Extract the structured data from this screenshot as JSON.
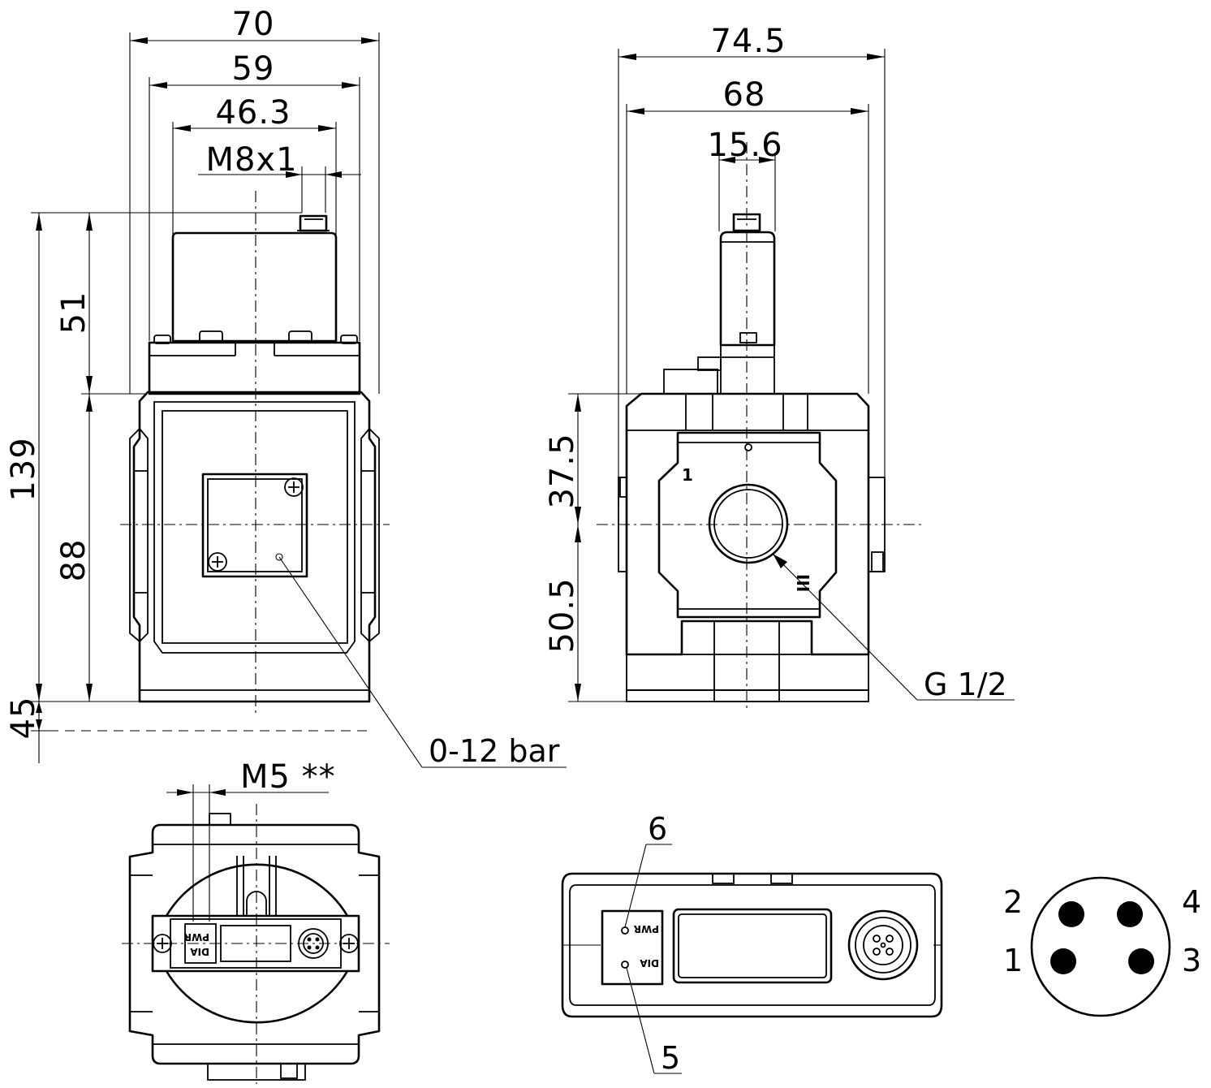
{
  "dimensions": {
    "width_overall": "70",
    "width_body": "59",
    "width_center": "46.3",
    "connector_thread": "M8x1",
    "side_width_overall": "74.5",
    "side_width_body": "68",
    "side_connector_width": "15.6",
    "height_top": "51",
    "height_total": "139",
    "height_lower": "88",
    "height_extra": "45",
    "side_height_upper": "37.5",
    "side_height_lower": "50.5",
    "bottom_thread": "M5 **"
  },
  "callouts": {
    "gauge_range": "0-12 bar",
    "port_thread": "G 1/2",
    "led_label_6": "6",
    "led_label_5": "5",
    "port_marking_1": "1"
  },
  "display": {
    "led_pwr": "PWR",
    "led_dia": "DIA"
  },
  "pinout": {
    "pins": [
      "2",
      "4",
      "1",
      "3"
    ]
  }
}
